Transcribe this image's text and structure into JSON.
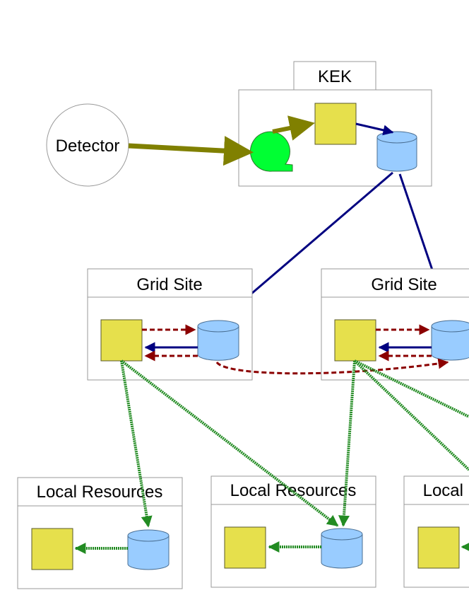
{
  "detector": {
    "label": "Detector"
  },
  "kek": {
    "label": "KEK"
  },
  "grid_sites": [
    {
      "label": "Grid Site"
    },
    {
      "label": "Grid Site"
    }
  ],
  "local_resources": [
    {
      "label": "Local Resources"
    },
    {
      "label": "Local Resources"
    },
    {
      "label": "Local Resources"
    }
  ],
  "colors": {
    "storage": "#99ccff",
    "processing": "#e6e04c",
    "raw_data_flow": "#808000",
    "transfer": "#000080",
    "replication": "#8b0000",
    "distribution": "#228b22",
    "daq": "#00ff33"
  }
}
